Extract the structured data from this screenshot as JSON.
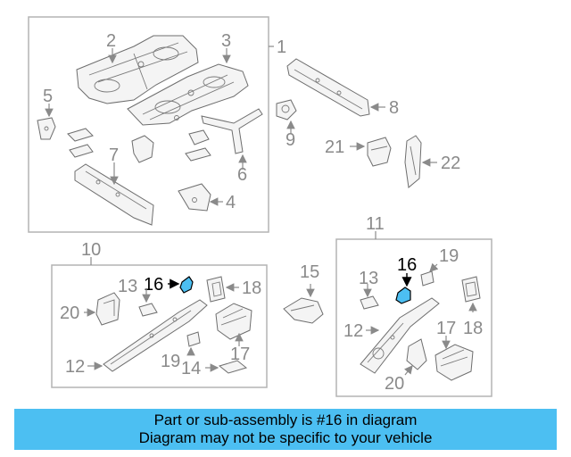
{
  "diagram": {
    "highlight_color": "#4cbff2",
    "callouts": [
      "1",
      "2",
      "3",
      "4",
      "5",
      "6",
      "7",
      "8",
      "9",
      "10",
      "11",
      "12",
      "12",
      "13",
      "13",
      "14",
      "15",
      "16",
      "16",
      "17",
      "17",
      "18",
      "18",
      "19",
      "19",
      "20",
      "20",
      "21",
      "22"
    ]
  },
  "banner": {
    "line1": "Part or sub-assembly is #16 in diagram",
    "line2": "Diagram may not be specific to your vehicle",
    "background": "#4cbff2"
  }
}
